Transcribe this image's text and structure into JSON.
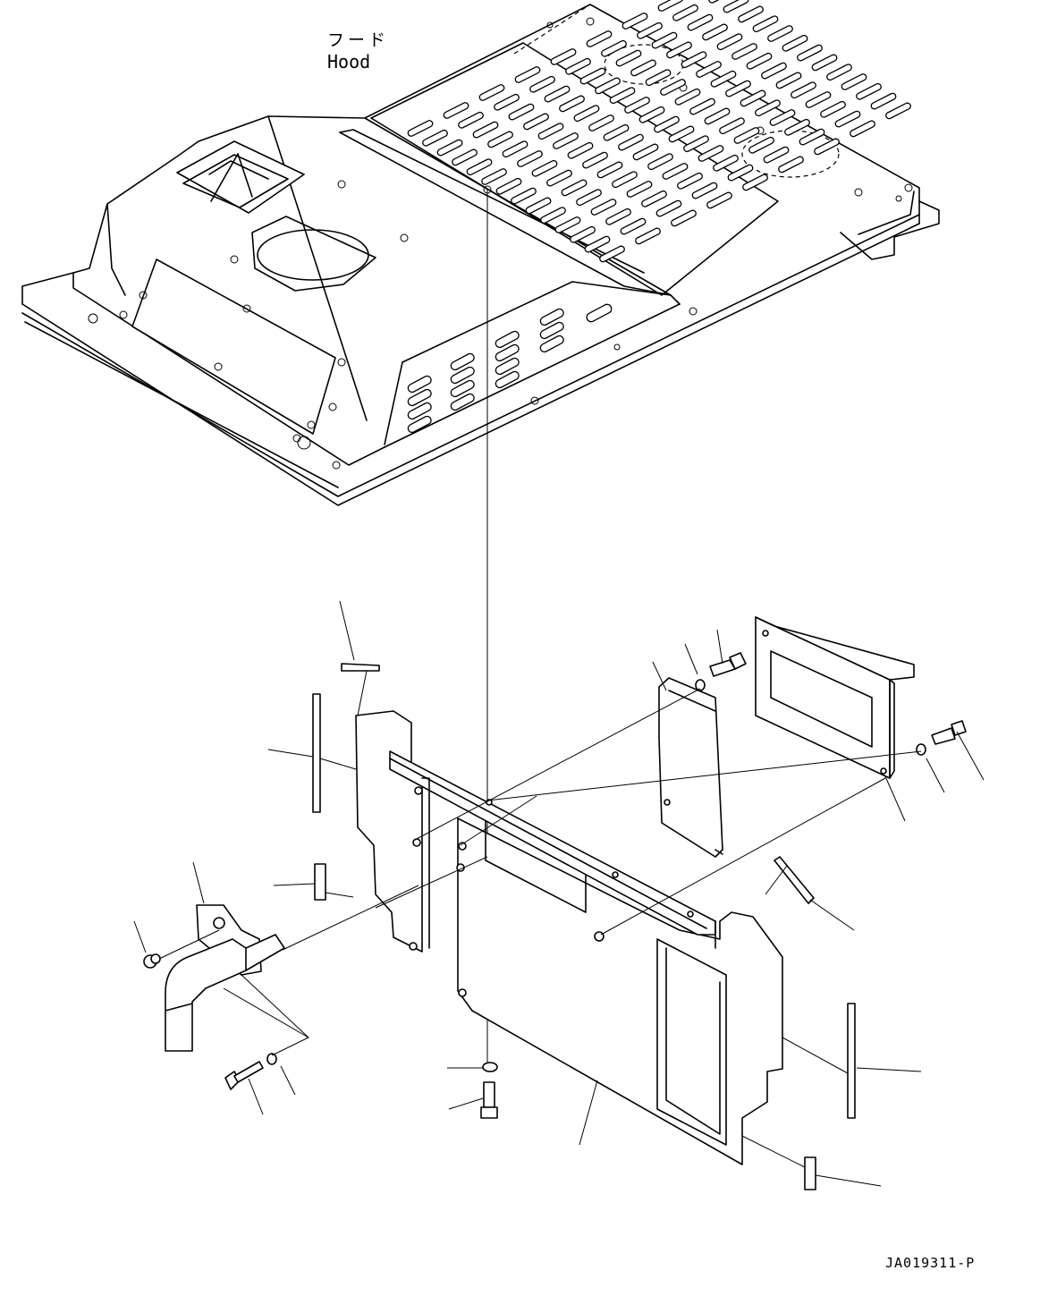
{
  "diagram": {
    "labels": {
      "hood_jp": "フード",
      "hood_en": "Hood",
      "drawing_id": "JA019311-P"
    },
    "grille": {
      "rows": 14,
      "cols": 9
    },
    "callout_count": 19,
    "line_color": "#000000",
    "background": "#ffffff"
  }
}
